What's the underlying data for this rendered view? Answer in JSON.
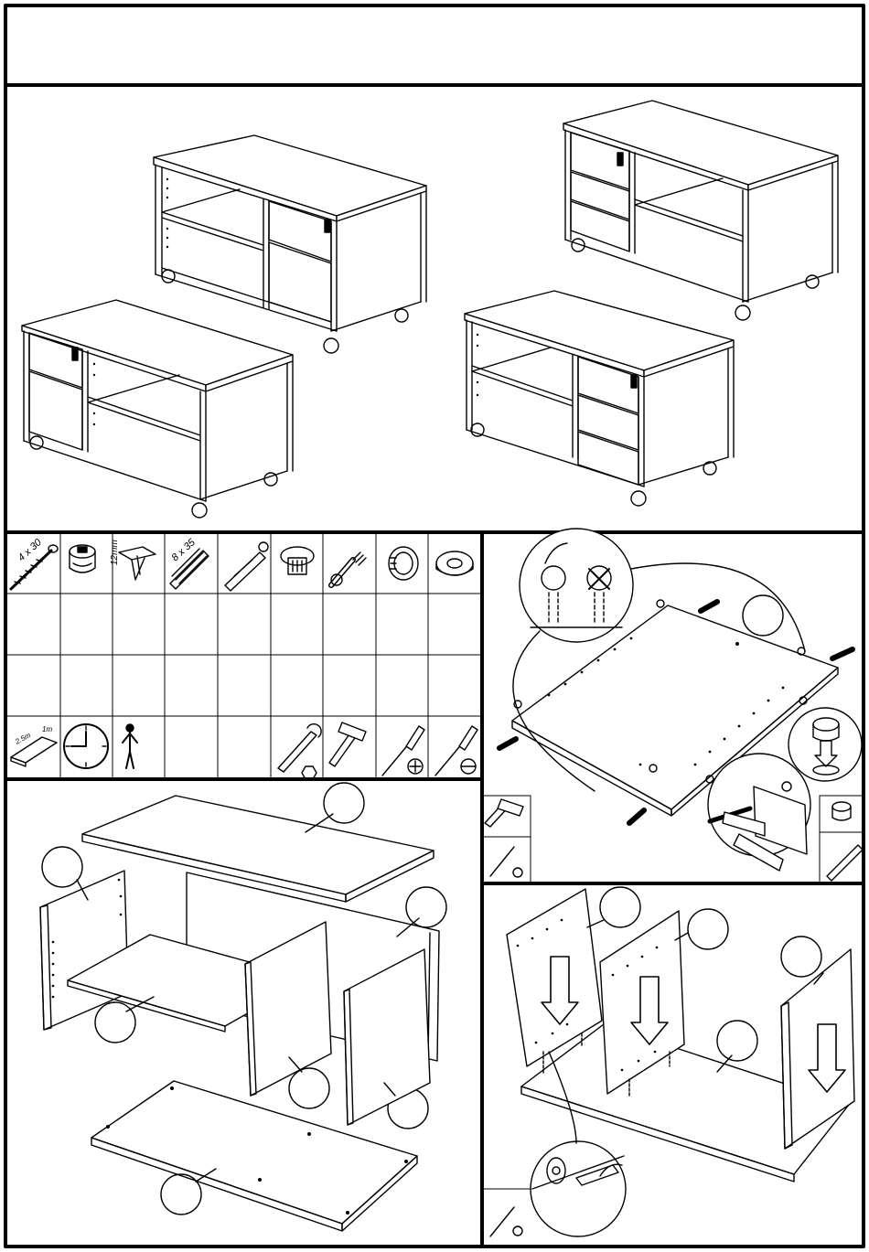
{
  "hardware": [
    {
      "icon": "wood-screw-icon",
      "label": "4 x 30"
    },
    {
      "icon": "cam-lock-icon",
      "label": "12mm"
    },
    {
      "icon": "shelf-support-icon",
      "label": ""
    },
    {
      "icon": "wooden-dowel-icon",
      "label": "8 x 35"
    },
    {
      "icon": "anchor-bolt-icon",
      "label": ""
    },
    {
      "icon": "plastic-cap-icon",
      "label": ""
    },
    {
      "icon": "cam-bolt-icon",
      "label": ""
    },
    {
      "icon": "castor-sleeve-icon",
      "label": ""
    },
    {
      "icon": "washer-ring-icon",
      "label": ""
    }
  ],
  "workspace": {
    "long": "2.5m",
    "short": "1m"
  },
  "tools": [
    "clock-icon",
    "person-icon",
    "wrench-icon",
    "hammer-icon",
    "phillips-screwdriver-icon",
    "flat-screwdriver-icon"
  ]
}
